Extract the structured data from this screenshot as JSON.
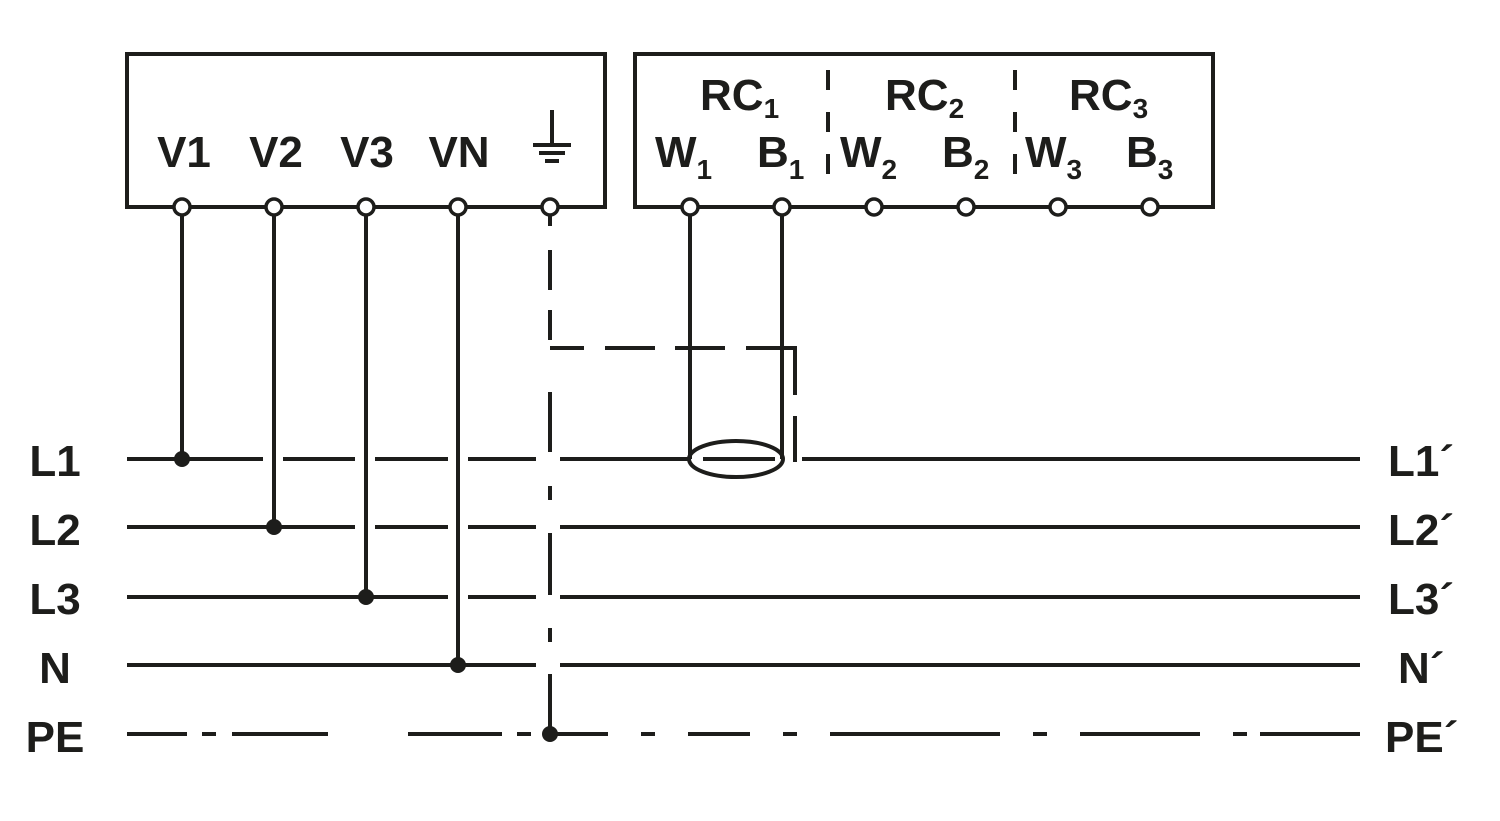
{
  "meter_terminals": [
    "V1",
    "V2",
    "V3",
    "VN"
  ],
  "ground_icon": "protective-earth-icon",
  "current_inputs": [
    {
      "group": "RC",
      "index": "1",
      "w": "W",
      "b": "B"
    },
    {
      "group": "RC",
      "index": "2",
      "w": "W",
      "b": "B"
    },
    {
      "group": "RC",
      "index": "3",
      "w": "W",
      "b": "B"
    }
  ],
  "lines_left": [
    "L1",
    "L2",
    "L3",
    "N",
    "PE"
  ],
  "lines_right": [
    "L1´",
    "L2´",
    "L3´",
    "N´",
    "PE´"
  ],
  "color": "#1d1d1b"
}
